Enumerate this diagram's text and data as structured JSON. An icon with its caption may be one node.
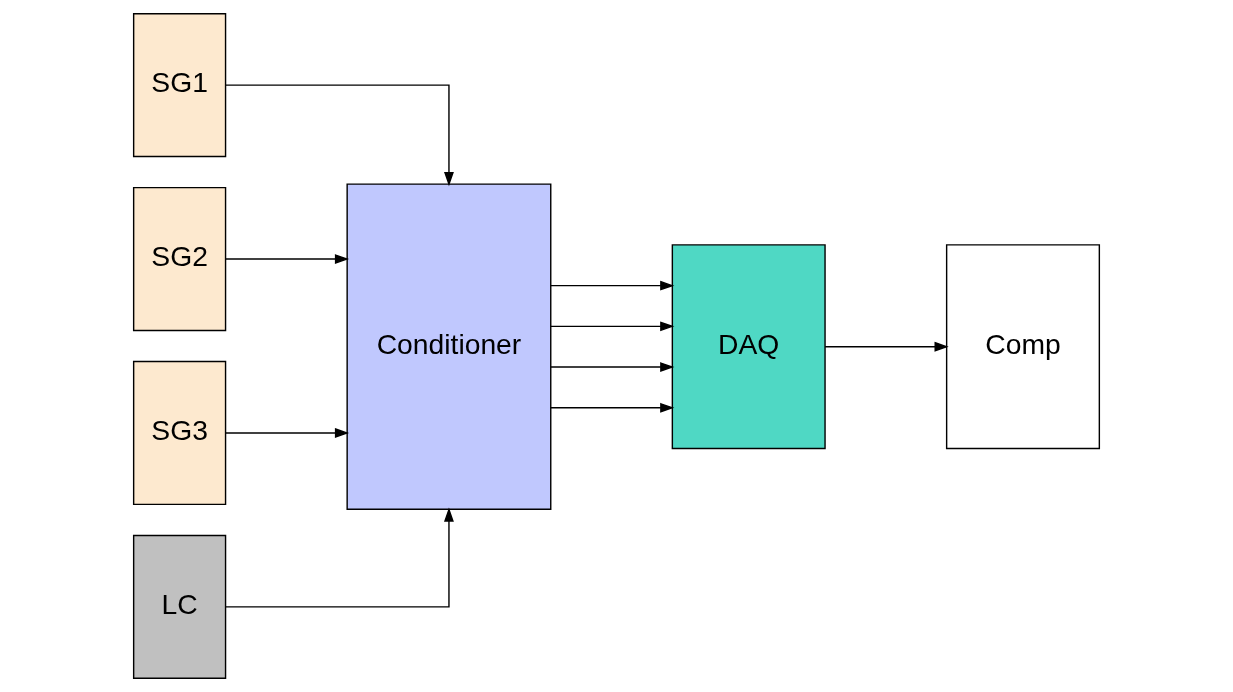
{
  "diagram": {
    "nodes": [
      {
        "text": [
          "SG1"
        ]
      },
      {
        "text": [
          "SG2"
        ]
      },
      {
        "text": [
          "SG3"
        ]
      },
      {
        "text": [
          "Conditioner"
        ]
      },
      {
        "text": [
          "DAQ"
        ]
      },
      {
        "text": [
          "Comp"
        ]
      },
      {
        "text": [
          "LC"
        ]
      }
    ],
    "edges": [
      {
        "from": 2,
        "to": 3,
        "arrow": "to"
      },
      {
        "from": 1,
        "to": 3,
        "arrow": "to"
      },
      {
        "from": 0,
        "to": 3,
        "arrow": "to"
      },
      {
        "from": 6,
        "to": 3,
        "arrow": "to"
      },
      {
        "from": 3,
        "to": 4,
        "arrow": "to"
      },
      {
        "from": 3,
        "to": 4,
        "arrow": "to"
      },
      {
        "from": 3,
        "to": 4,
        "arrow": "to"
      },
      {
        "from": 3,
        "to": 4,
        "arrow": "to"
      },
      {
        "from": 4,
        "to": 5,
        "arrow": "to"
      }
    ]
  }
}
